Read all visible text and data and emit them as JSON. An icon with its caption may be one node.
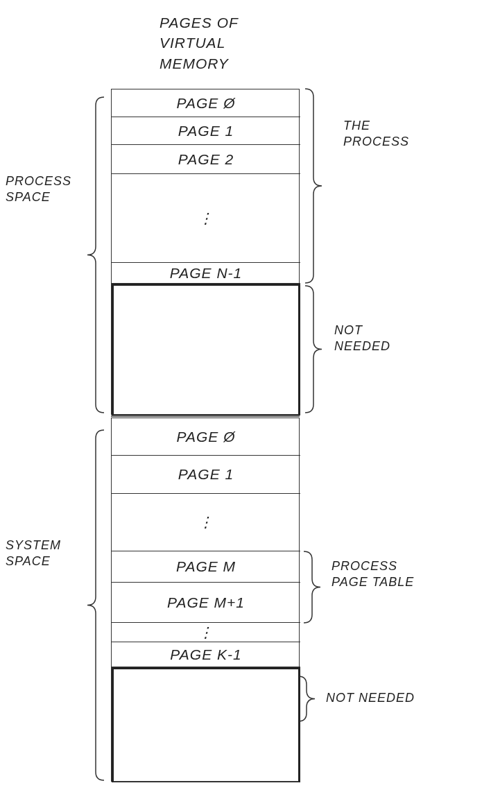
{
  "diagram": {
    "title": "PAGES OF VIRTUAL MEMORY",
    "nodes": [
      {
        "text": [],
        "shape": "box"
      },
      {
        "text": [
          "PAGE Ø"
        ],
        "in": 0
      },
      {
        "text": [
          "PAGE 1"
        ],
        "in": 0
      },
      {
        "text": [
          "PAGE 2"
        ],
        "in": 0
      },
      {
        "text": [
          "⋮"
        ],
        "in": 0
      },
      {
        "text": [
          "PAGE N-1"
        ],
        "in": 0
      },
      {
        "text": [],
        "shape": "box",
        "in": 0
      },
      {
        "text": [],
        "shape": "box"
      },
      {
        "text": [
          "PAGE Ø"
        ],
        "in": 7
      },
      {
        "text": [
          "PAGE 1"
        ],
        "in": 7
      },
      {
        "text": [
          "⋮"
        ],
        "in": 7
      },
      {
        "text": [
          "PAGE M"
        ],
        "in": 7
      },
      {
        "text": [
          "PAGE M+1"
        ],
        "in": 7
      },
      {
        "text": [
          "⋮"
        ],
        "in": 7
      },
      {
        "text": [
          "PAGE K-1"
        ],
        "in": 7
      },
      {
        "text": [],
        "shape": "box",
        "in": 7
      }
    ],
    "labels": [
      "PROCESS SPACE",
      "THE PROCESS",
      "NOT NEEDED",
      "SYSTEM SPACE",
      "PROCESS PAGE TABLE",
      "NOT NEEDED"
    ]
  }
}
